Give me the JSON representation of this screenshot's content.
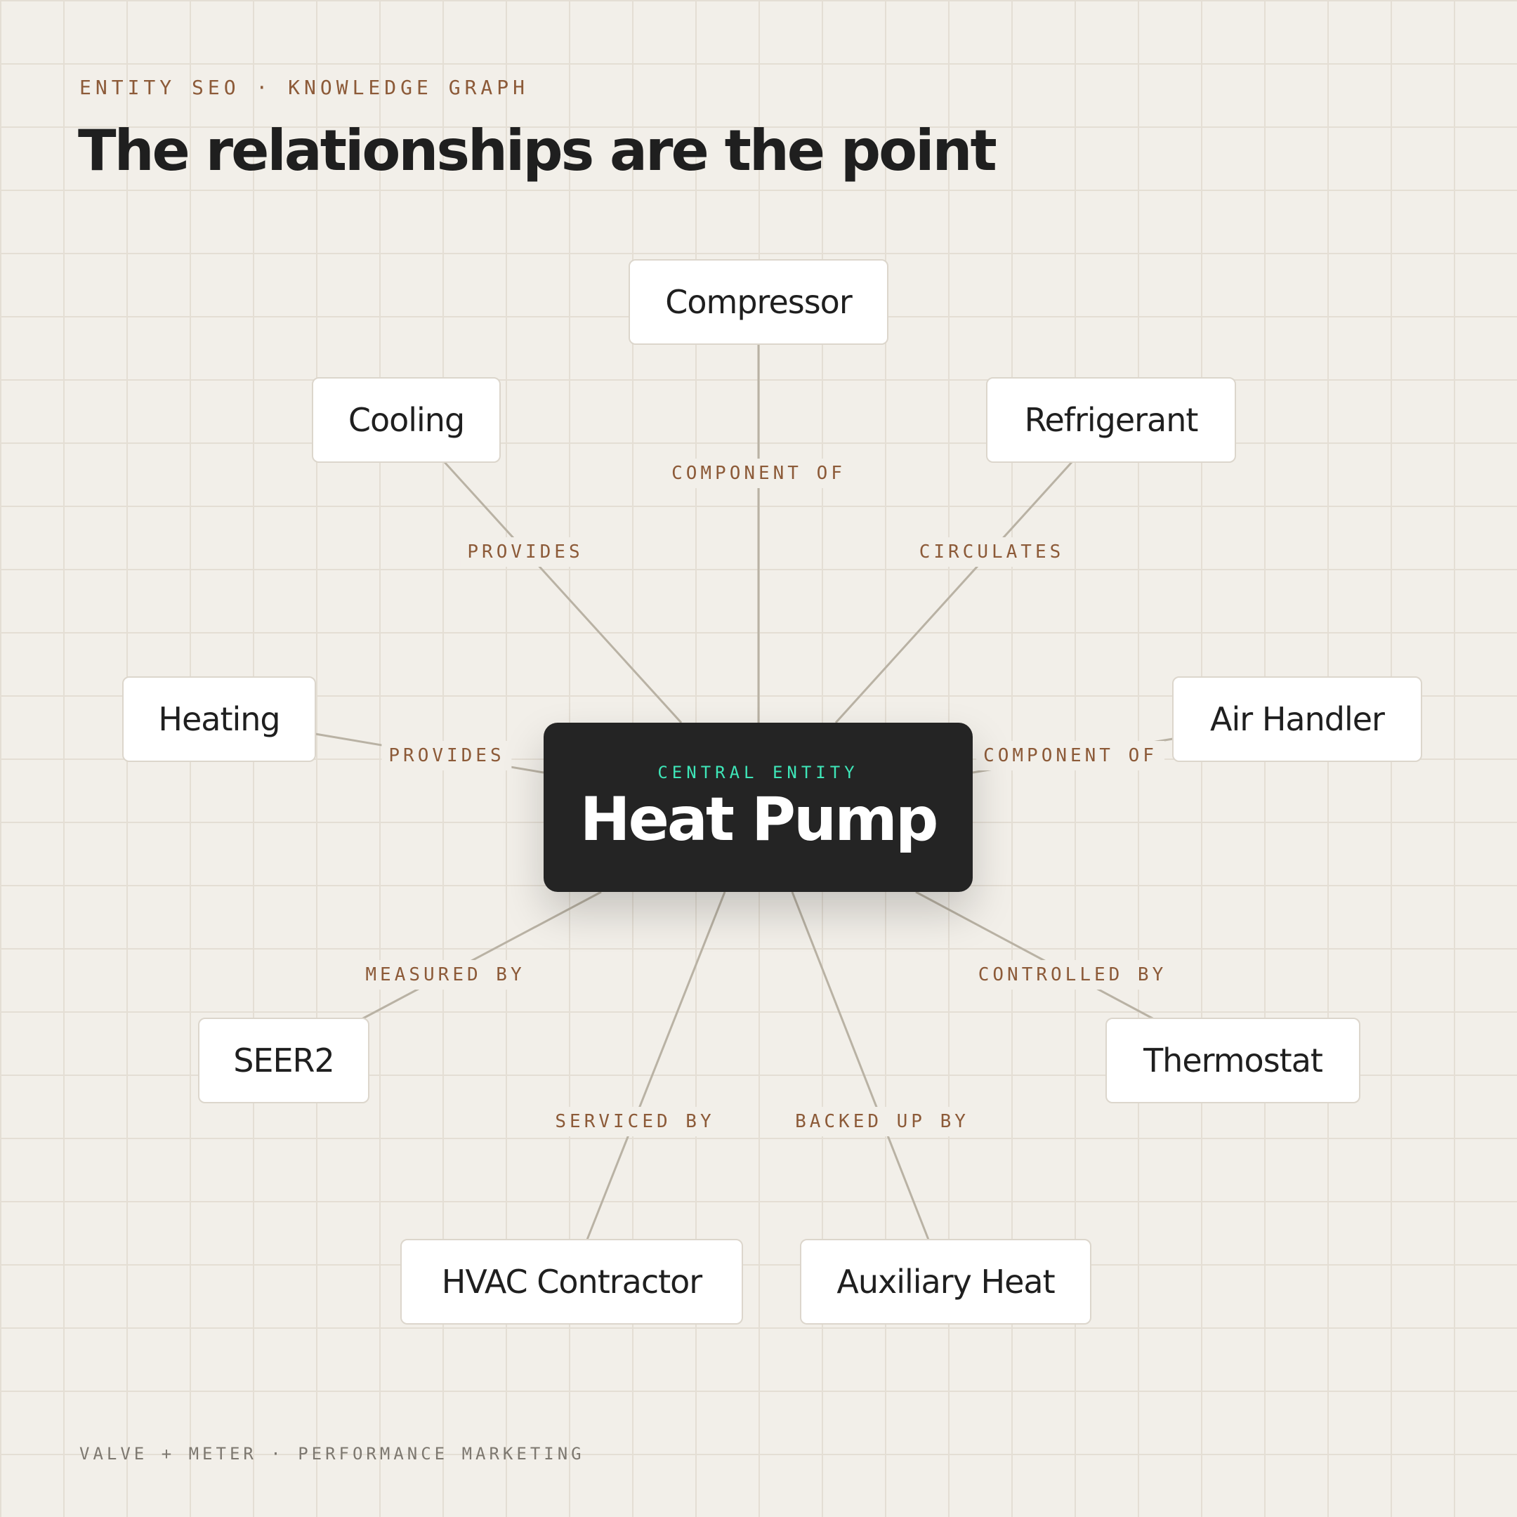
{
  "header": {
    "eyebrow": "ENTITY SEO · KNOWLEDGE GRAPH",
    "title": "The relationships are the point"
  },
  "center": {
    "eyebrow": "CENTRAL ENTITY",
    "title": "Heat Pump"
  },
  "entities": {
    "compressor": "Compressor",
    "cooling": "Cooling",
    "refrigerant": "Refrigerant",
    "heating": "Heating",
    "air_handler": "Air Handler",
    "seer2": "SEER2",
    "thermostat": "Thermostat",
    "hvac_contractor": "HVAC Contractor",
    "auxiliary_heat": "Auxiliary Heat"
  },
  "relations": {
    "compressor": "COMPONENT OF",
    "cooling": "PROVIDES",
    "refrigerant": "CIRCULATES",
    "heating": "PROVIDES",
    "air_handler": "COMPONENT OF",
    "seer2": "MEASURED BY",
    "thermostat": "CONTROLLED BY",
    "hvac_contractor": "SERVICED BY",
    "auxiliary_heat": "BACKED UP BY"
  },
  "footer": "VALVE + METER · PERFORMANCE MARKETING",
  "colors": {
    "background": "#f2efe9",
    "grid": "#e4ded4",
    "edge": "#b9b2a4",
    "relation_label": "#8c5a38",
    "center_fill": "#242424",
    "center_accent": "#3ee6b8"
  }
}
